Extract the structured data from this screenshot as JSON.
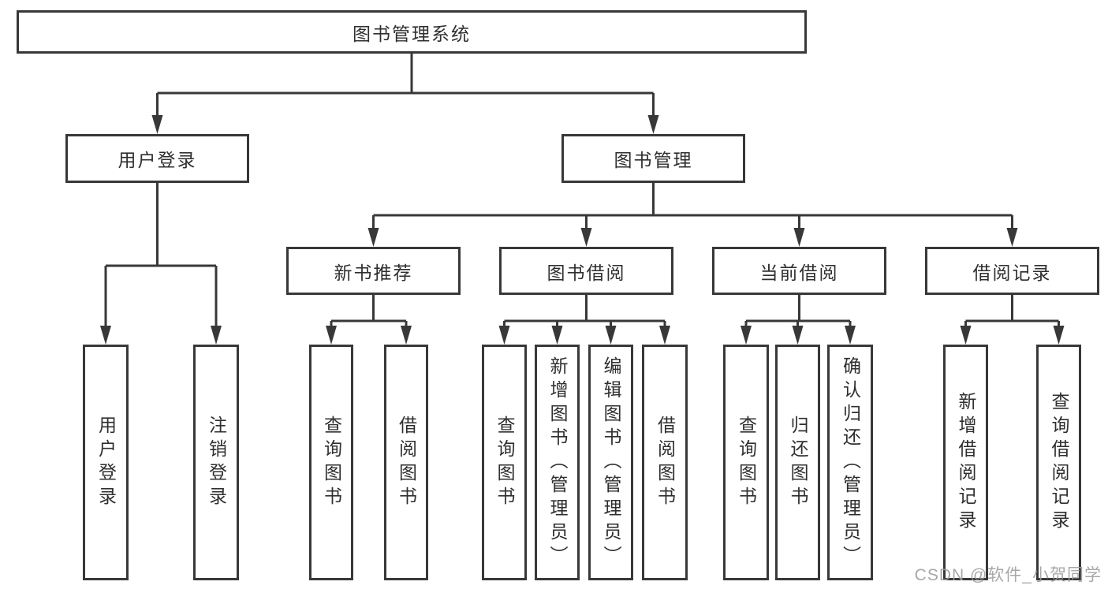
{
  "diagram": {
    "tree": {
      "root": {
        "label": "图书管理系统",
        "children": [
          {
            "label": "用户登录",
            "children": [
              {
                "label": "用户登录"
              },
              {
                "label": "注销登录"
              }
            ]
          },
          {
            "label": "图书管理",
            "children": [
              {
                "label": "新书推荐",
                "children": [
                  {
                    "label": "查询图书"
                  },
                  {
                    "label": "借阅图书"
                  }
                ]
              },
              {
                "label": "图书借阅",
                "children": [
                  {
                    "label": "查询图书"
                  },
                  {
                    "label": "新增图书（管理员）"
                  },
                  {
                    "label": "编辑图书（管理员）"
                  },
                  {
                    "label": "借阅图书"
                  }
                ]
              },
              {
                "label": "当前借阅",
                "children": [
                  {
                    "label": "查询图书"
                  },
                  {
                    "label": "归还图书"
                  },
                  {
                    "label": "确认归还（管理员）"
                  }
                ]
              },
              {
                "label": "借阅记录",
                "children": [
                  {
                    "label": "新增借阅记录"
                  },
                  {
                    "label": "查询借阅记录"
                  }
                ]
              }
            ]
          }
        ]
      }
    },
    "watermark": "CSDN @软件_小贺同学",
    "colors": {
      "line": "#383838",
      "text": "#2f2f2f",
      "watermark": "#9e9e9e",
      "background": "#ffffff"
    }
  }
}
